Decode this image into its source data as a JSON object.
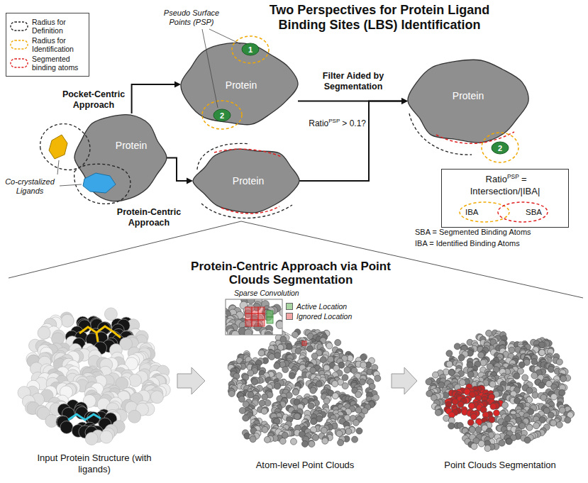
{
  "diagram": {
    "title": "Two Perspectives for Protein Ligand Binding Sites (LBS) Identification",
    "nodes": [
      {
        "text": [
          "Protein"
        ]
      },
      {
        "text": [
          "Protein"
        ]
      },
      {
        "text": [
          "1"
        ],
        "in": 1
      },
      {
        "text": [
          "2"
        ],
        "in": 1
      },
      {
        "text": [
          "Protein"
        ]
      },
      {
        "text": [
          "Protein"
        ]
      },
      {
        "text": [
          "2"
        ],
        "in": 5
      },
      {
        "text": [
          "Ratio",
          "PSP",
          "= Intersection/|IBA|"
        ]
      },
      {
        "text": [
          "IBA"
        ],
        "in": 7
      },
      {
        "text": [
          "SBA"
        ],
        "in": 7
      }
    ],
    "edges": [
      {
        "from": 0,
        "to": 1,
        "arrow": "to",
        "label": "Pocket-Centric Approach"
      },
      {
        "from": 0,
        "to": 4,
        "arrow": "to",
        "label": "Protein-Centric Approach"
      },
      {
        "from": 1,
        "to": 5,
        "arrow": "to",
        "label": "Filter Aided by Segmentation"
      },
      {
        "from": 4,
        "to": 5,
        "arrow": "to"
      }
    ],
    "labels": [
      "Co-crystalized Ligands",
      "Pseudo Surface Points (PSP)",
      "Ratio",
      "PSP",
      "> 0.1?",
      "SBA = Segmented Binding Atoms",
      "IBA = Identified Binding Atoms",
      "Protein-Centric Approach via Point Clouds Segmentation",
      "Sparse Convolution",
      "Input Protein Structure (with ligands)",
      "Atom-level Point Clouds",
      "Point Clouds Segmentation"
    ],
    "legend": [
      {
        "text": "Radius for Definition"
      },
      {
        "text": "Radius for Identification"
      },
      {
        "text": "Segmented binding atoms"
      },
      {
        "text": "Active Location",
        "color": "#a8d5a2"
      },
      {
        "text": "Ignored Location",
        "color": "#f2a6a6"
      }
    ]
  }
}
